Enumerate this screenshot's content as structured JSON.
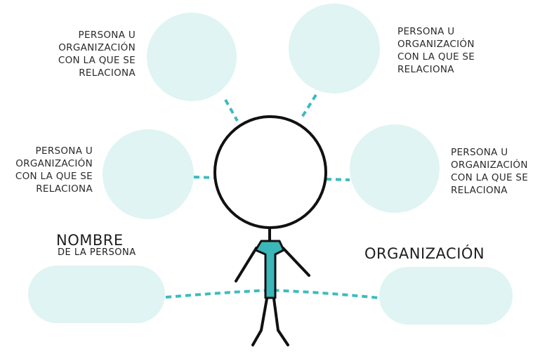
{
  "relation_label": "PERSONA U\nORGANIZACIÓN\nCON LA QUE SE\nRELACIONA",
  "person_name_title": "NOMBRE",
  "person_name_subtitle": "DE LA PERSONA",
  "organization_title": "ORGANIZACIÓN",
  "colors": {
    "bubble_fill": "#dff4f3",
    "connector": "#3bbcbd",
    "shirt": "#3bb6b9",
    "outline": "#111111"
  }
}
